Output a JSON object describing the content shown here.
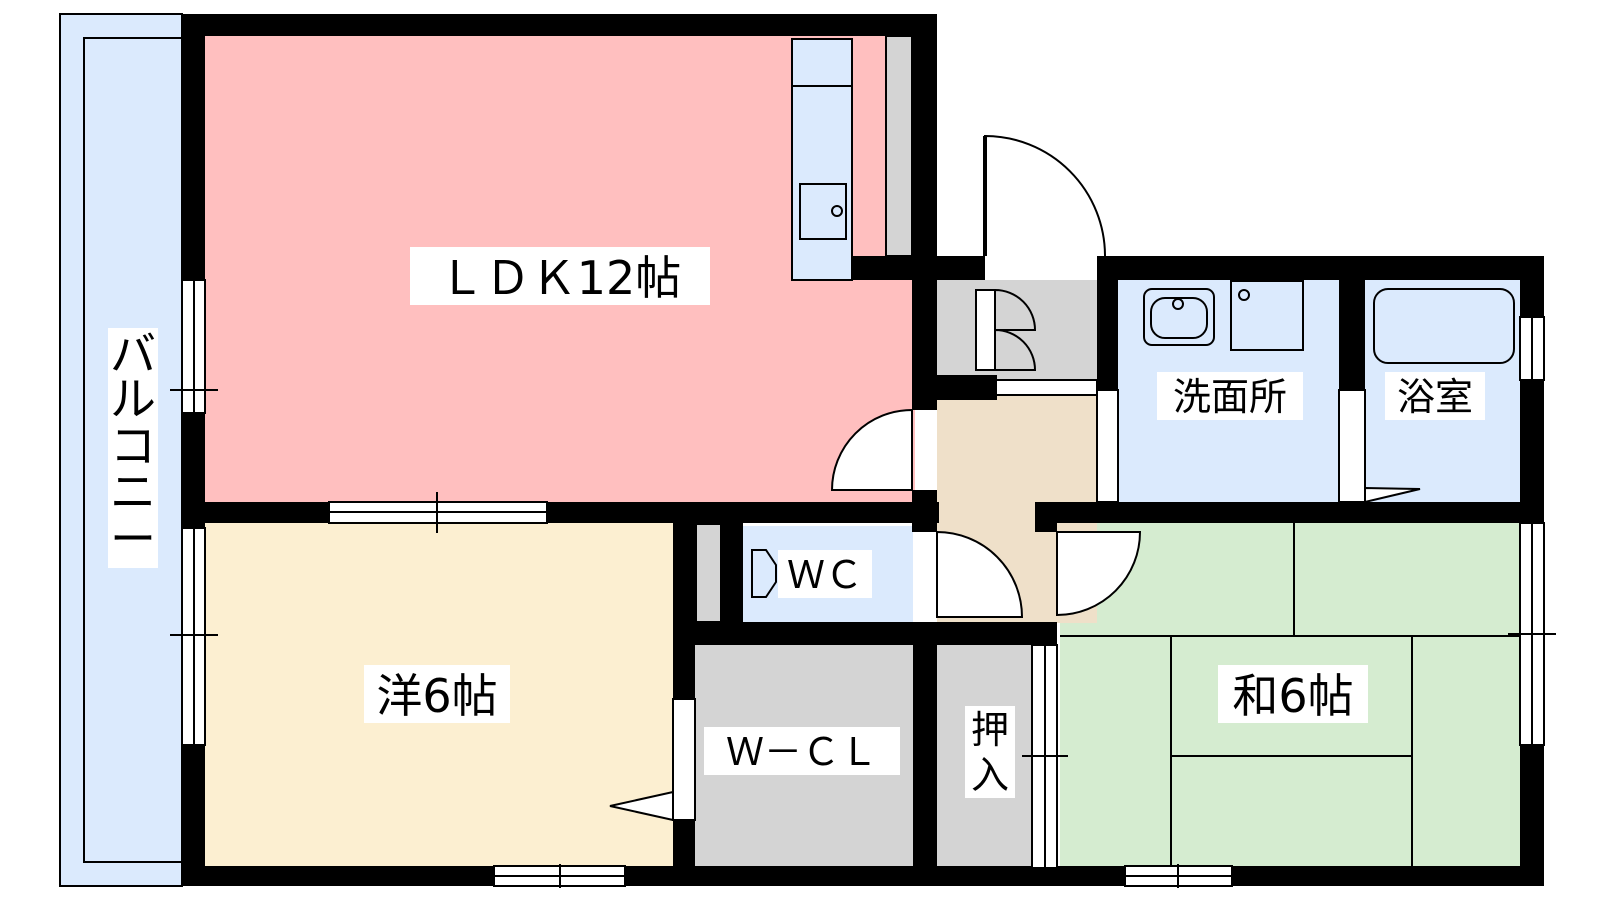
{
  "colors": {
    "ldk": "#ffbfbf",
    "western": "#fcefd1",
    "japanese": "#d5ecd0",
    "wet": "#dbeafd",
    "balcony": "#dbeafd",
    "hall": "#efe0c9",
    "storage": "#d4d4d4"
  },
  "rooms": {
    "ldk": "ＬＤＫ12帖",
    "western": "洋6帖",
    "japanese": "和6帖",
    "washroom": "洗面所",
    "bath": "浴室",
    "wc": "ＷＣ",
    "wcl": "Ｗ－ＣＬ",
    "oshiire": [
      "押",
      "入"
    ],
    "balcony": [
      "バ",
      "ル",
      "コ",
      "ニ",
      "ー"
    ]
  }
}
